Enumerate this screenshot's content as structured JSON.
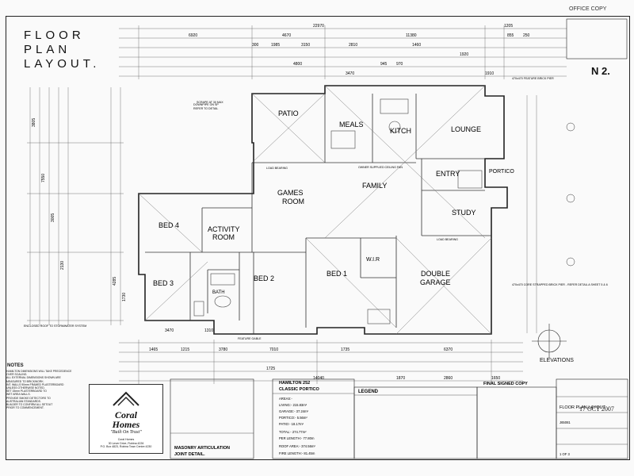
{
  "title": {
    "line1": "FLOOR",
    "line2": "PLAN",
    "line3": "LAYOUT."
  },
  "sheet_marks": {
    "north": "N 2.",
    "copy_top": "OFFICE COPY",
    "elevations": "ELEVATIONS",
    "date_stamp": "17 OCT 2007"
  },
  "rooms": {
    "patio": "PATIO",
    "meals": "MEALS",
    "kitch": "KITCH",
    "lounge": "LOUNGE",
    "entry": "ENTRY",
    "portico": "PORTICO",
    "family": "FAMILY",
    "games1": "GAMES",
    "games2": "ROOM",
    "study": "STUDY",
    "bed4": "BED 4",
    "activity1": "ACTIVITY",
    "activity2": "ROOM",
    "bed3": "BED 3",
    "bath": "BATH",
    "bed2": "BED 2",
    "bed1": "BED 1",
    "wir": "W.I.R",
    "garage1": "DOUBLE",
    "garage2": "GARAGE"
  },
  "top_dims": {
    "overall": "22970",
    "d1": "6920",
    "d2": "4670",
    "d3": "11380",
    "d4": "855",
    "d5": "250",
    "d6": "1205",
    "d7": "300",
    "d8": "1985",
    "d9": "3150",
    "d10": "2810",
    "d11": "1460",
    "d12": "1920",
    "d13": "4800",
    "d14": "945",
    "d15": "970",
    "d16": "3470",
    "d17": "1910"
  },
  "bottom_dims": {
    "overall": "14040",
    "d1": "3470",
    "d2": "1310",
    "d3": "3780",
    "d4": "7010",
    "d5": "1735",
    "d6": "6370",
    "d7": "1725",
    "d8": "1870",
    "d9": "2860",
    "d10": "1650",
    "d11": "1465",
    "d12": "1215"
  },
  "left_dims": {
    "d1": "3805",
    "d2": "7550",
    "d3": "3005",
    "d4": "2130",
    "d5": "4285",
    "d6": "1730"
  },
  "labels": {
    "load_bearing": "LOAD BEARING",
    "hamilton": "HAMILTON 252",
    "classic": "CLASSIC PORTICO",
    "masonry": "MASONRY ARTICULATION",
    "joint": "JOINT DETAIL.",
    "legend": "LEGEND",
    "final_signed": "FINAL SIGNED COPY",
    "feature_gable": "FEATURE GABLE",
    "drawing_title": "FLOOR PLAN LAYOUT",
    "job_no": "J65081",
    "sheet": "1 OF 3"
  },
  "areas": {
    "heading": "AREAS:-",
    "living": "LIVING:- 215.83m²",
    "garage": "GARAGE:- 37.24m²",
    "portico": "PORTICO:- 5.56m²",
    "patio": "PATIO:- 18.17m²",
    "total": "TOTAL:- 274.77m²",
    "per_length": "PER LENGTH:- 77.80m",
    "roof": "ROOF AREA:- 374.56m²",
    "fire": "FIRE LENGTH:- 81.45m"
  },
  "logo": {
    "name1": "Coral",
    "name2": "Homes",
    "tagline": "\"Built On Trust\"",
    "addr1": "Coral Homes",
    "addr2": "30 Lever Drive, Robina 4226",
    "addr3": "P.O. Box 4823, Robina Town Centre 4230"
  },
  "notes": {
    "title": "NOTES",
    "lines": [
      "HAMILTON DIMENSIONS WILL TAKE PRECEDENCE",
      "OVER SCALING.",
      "ALL EXTERNAL DIMENSIONS SHOWN ARE",
      "MEASURED TO BRICKWORK.",
      "INT. WALLS 90mm FRAMED PLASTERBOARD",
      "UNLESS OTHERWISE NOTED.",
      "SET 15mm PLASTERBOARD TO",
      "WET AREA WALLS.",
      "PROVIDE SMOKE DETECTORS TO",
      "AUSTRALIAN STANDARDS.",
      "BUILDER TO CONFIRM ALL SETOUT",
      "PRIOR TO COMMENCEMENT."
    ]
  },
  "notes_misc": {
    "n1": "SCRAPE AT 30 MAX",
    "n2": "REFER TO DETAIL",
    "n3": "DOWNPIPE ON SP",
    "n4": "OWNER SUPPLIED CEILING FAN",
    "n5": "ENCLOSED ROOF TO STORMWATER SYSTEM",
    "n6": "470x470 FEATURE BRICK PIER",
    "n7": "470x470 CORE STRAPPED BRICK PIER - REFER DETAIL A SHEET 5 & 6"
  }
}
